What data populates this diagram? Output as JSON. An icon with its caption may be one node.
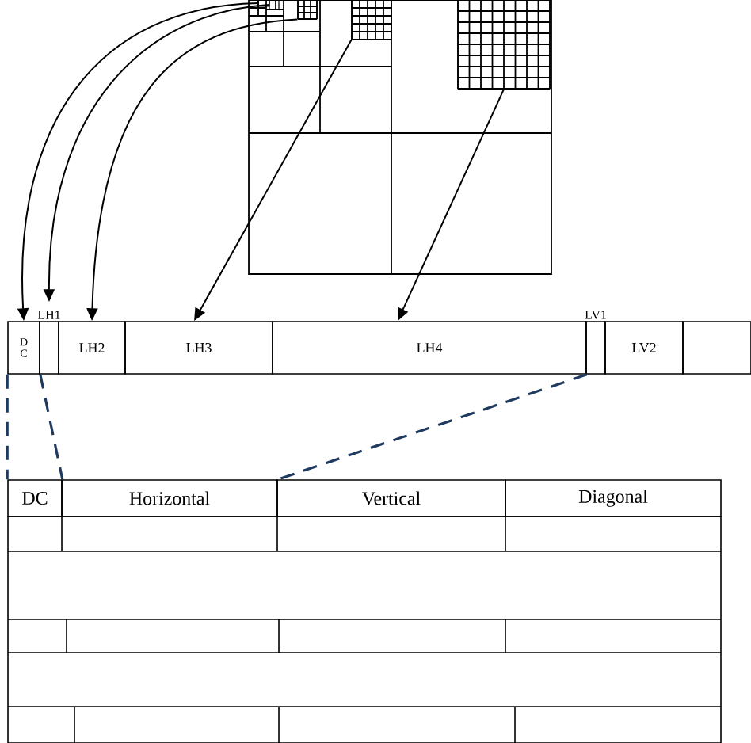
{
  "diagram": {
    "nodes": [
      {
        "text": [
          "D C"
        ]
      },
      {
        "text": [
          "LH1"
        ]
      },
      {
        "text": [
          "LH2"
        ]
      },
      {
        "text": [
          "LH3"
        ]
      },
      {
        "text": [
          "LH4"
        ]
      },
      {
        "text": [
          "LV1"
        ]
      },
      {
        "text": [
          "LV2"
        ]
      },
      {
        "text": [],
        "shape": "box"
      },
      {
        "text": [],
        "shape": "box"
      },
      {
        "text": [],
        "shape": "box"
      },
      {
        "text": [],
        "shape": "box"
      },
      {
        "text": [],
        "shape": "box"
      },
      {
        "text": [],
        "shape": "box"
      },
      {
        "text": [
          "DC"
        ]
      },
      {
        "text": [
          "Horizontal"
        ]
      },
      {
        "text": [
          "Vertical"
        ]
      },
      {
        "text": [
          "Diagonal"
        ]
      }
    ],
    "edges": [
      {
        "from": 8,
        "to": 0,
        "arrow": "to"
      },
      {
        "from": 9,
        "to": 1,
        "arrow": "to"
      },
      {
        "from": 10,
        "to": 2,
        "arrow": "to"
      },
      {
        "from": 11,
        "to": 3,
        "arrow": "to"
      },
      {
        "from": 12,
        "to": 4,
        "arrow": "to"
      },
      {
        "from": 0,
        "to": 13,
        "arrow": "none",
        "style": "dashed",
        "color": "#1f3a5f"
      },
      {
        "from": 0,
        "to": 13,
        "arrow": "none",
        "style": "dashed",
        "color": "#1f3a5f"
      },
      {
        "from": 4,
        "to": 14,
        "arrow": "none",
        "style": "dashed",
        "color": "#1f3a5f"
      }
    ]
  }
}
